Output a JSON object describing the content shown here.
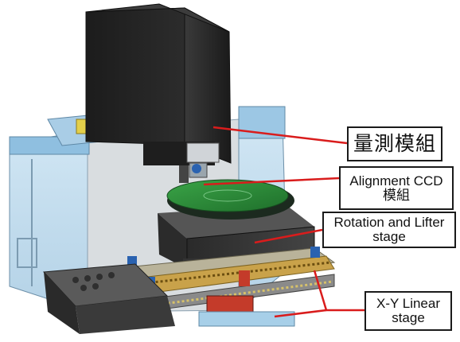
{
  "colors": {
    "frame_blue": "#a9cde6",
    "dark_head": "#232323",
    "stage_dark": "#3a3a3a",
    "wafer_green": "#2f8f3a",
    "rail_brass": "#c9a24a",
    "callout_line": "#d91c1c"
  },
  "labels": {
    "measure_module": "量測模組",
    "ccd_line1": "Alignment CCD",
    "ccd_line2": "模組",
    "rotation_line1": "Rotation and Lifter",
    "rotation_line2": "stage",
    "xy_line1": "X-Y Linear",
    "xy_line2": "stage"
  }
}
